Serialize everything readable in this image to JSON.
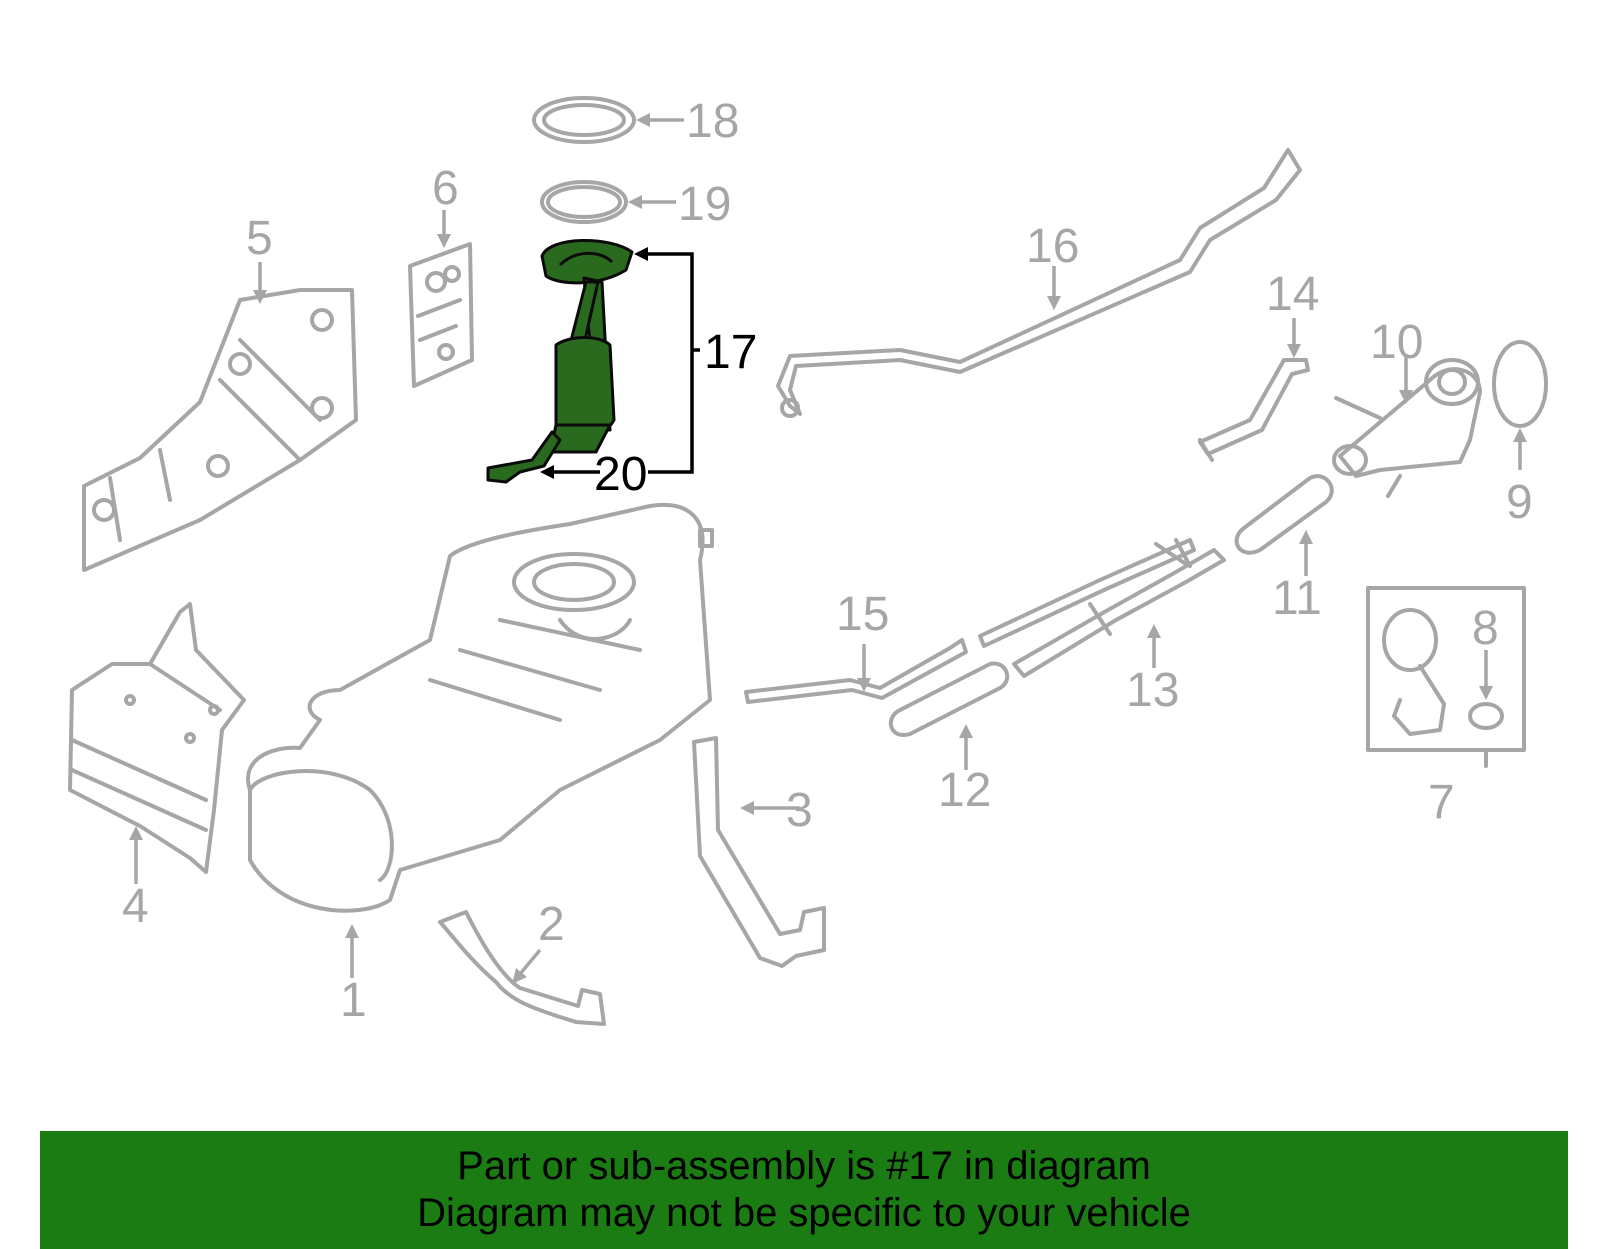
{
  "callouts": {
    "c1": "1",
    "c2": "2",
    "c3": "3",
    "c4": "4",
    "c5": "5",
    "c6": "6",
    "c7": "7",
    "c8": "8",
    "c9": "9",
    "c10": "10",
    "c11": "11",
    "c12": "12",
    "c13": "13",
    "c14": "14",
    "c15": "15",
    "c16": "16",
    "c17": "17",
    "c18": "18",
    "c19": "19",
    "c20": "20"
  },
  "highlighted_part": "17",
  "colors": {
    "highlight_fill": "#2a6a1e",
    "line_gray": "#a6a6a6",
    "banner_green": "#1a7c12"
  },
  "banner": {
    "line1": "Part or sub-assembly is #17 in diagram",
    "line2": "Diagram may not be specific to your vehicle"
  }
}
